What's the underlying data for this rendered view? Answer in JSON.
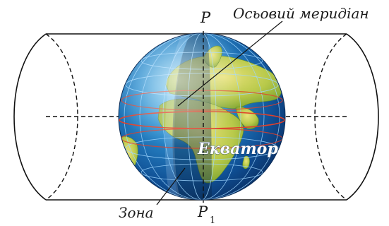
{
  "labels": {
    "north_pole": "P",
    "south_pole": "P",
    "south_pole_subscript": "1",
    "axial_meridian": "Осьовий меридіан",
    "equator": "Екватор",
    "zone": "Зона"
  }
}
